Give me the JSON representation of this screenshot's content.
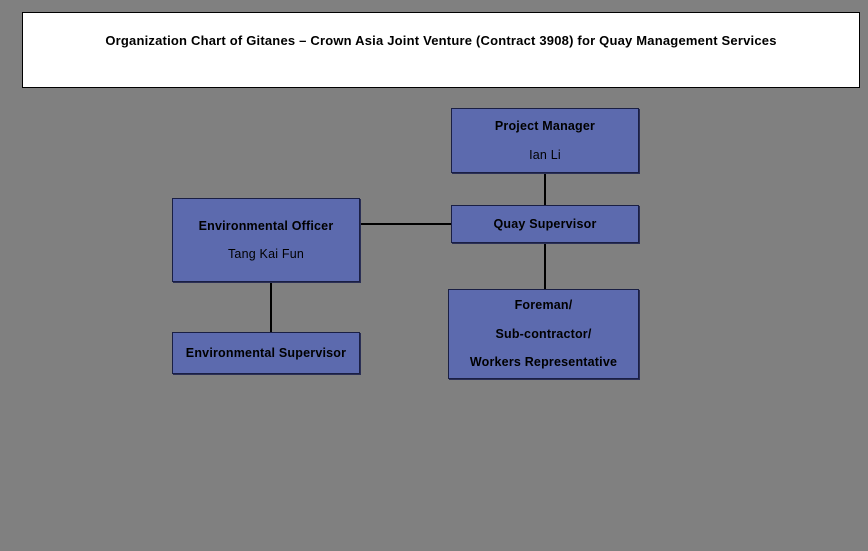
{
  "title": {
    "text": "Organization Chart of Gitanes – Crown Asia Joint Venture (Contract 3908) for Quay Management Services"
  },
  "colors": {
    "background": "#808080",
    "node_fill": "#5c6aae",
    "node_border": "#1a1f44",
    "title_fill": "#ffffff",
    "title_border": "#000000",
    "connector": "#000000",
    "text": "#000000"
  },
  "chart_data": {
    "type": "diagram",
    "diagram_type": "organization-chart",
    "title": "Organization Chart of Gitanes – Crown Asia Joint Venture (Contract 3908) for Quay Management Services",
    "nodes": [
      {
        "id": "project-manager",
        "role": "Project Manager",
        "person": "Ian Li"
      },
      {
        "id": "quay-supervisor",
        "role": "Quay Supervisor",
        "person": ""
      },
      {
        "id": "environmental-officer",
        "role": "Environmental Officer",
        "person": "Tang Kai Fun"
      },
      {
        "id": "environmental-supervisor",
        "role": "Environmental Supervisor",
        "person": ""
      },
      {
        "id": "foreman",
        "role_line1": "Foreman/",
        "role_line2": "Sub-contractor/",
        "role_line3": "Workers Representative"
      }
    ],
    "edges": [
      {
        "from": "project-manager",
        "to": "quay-supervisor",
        "style": "vertical"
      },
      {
        "from": "quay-supervisor",
        "to": "foreman",
        "style": "vertical"
      },
      {
        "from": "environmental-officer",
        "to": "quay-supervisor",
        "style": "horizontal"
      },
      {
        "from": "environmental-officer",
        "to": "environmental-supervisor",
        "style": "vertical"
      }
    ]
  }
}
